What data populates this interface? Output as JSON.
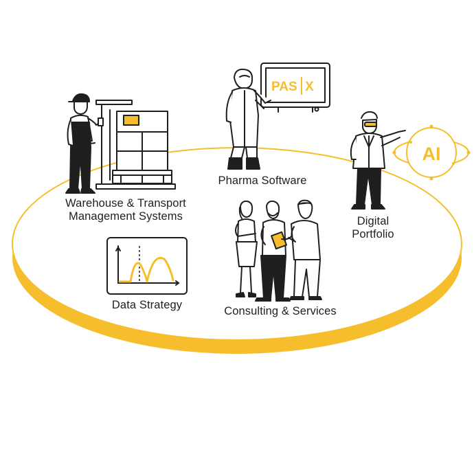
{
  "colors": {
    "accent": "#F6BE2C",
    "ink": "#1F1F1F",
    "background": "#FFFFFF"
  },
  "labels": {
    "warehouse": {
      "line1": "Warehouse & Transport",
      "line2": "Management Systems"
    },
    "pharma": "Pharma Software",
    "digital": {
      "line1": "Digital",
      "line2": "Portfolio"
    },
    "data_strategy": "Data Strategy",
    "consulting": "Consulting & Services"
  },
  "monitor": {
    "left": "PAS",
    "right": "X"
  },
  "ai_badge": "AI",
  "icons": [
    "platform-disc",
    "warehouse-worker-icon",
    "pallet-stack-icon",
    "cleanroom-worker-icon",
    "monitor-icon",
    "scientist-icon",
    "ai-globe-icon",
    "data-chart-icon",
    "team-group-icon"
  ]
}
